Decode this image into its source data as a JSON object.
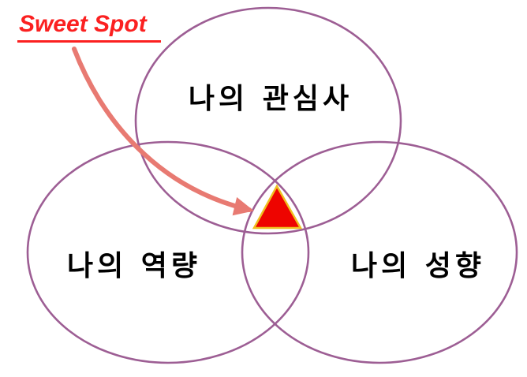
{
  "diagram": {
    "circles": {
      "top": {
        "label": "나의 관심사"
      },
      "left": {
        "label": "나의 역량"
      },
      "right": {
        "label": "나의 성향"
      }
    },
    "annotation": {
      "label": "Sweet Spot"
    }
  },
  "colors": {
    "ellipse-stroke": "#9d5e94",
    "triangle-fill": "#ee0400",
    "triangle-stroke": "#f0c020",
    "annotation-color": "#fb2020",
    "arrow-color": "#e87a72",
    "label-color": "#000000",
    "background": "#ffffff"
  }
}
